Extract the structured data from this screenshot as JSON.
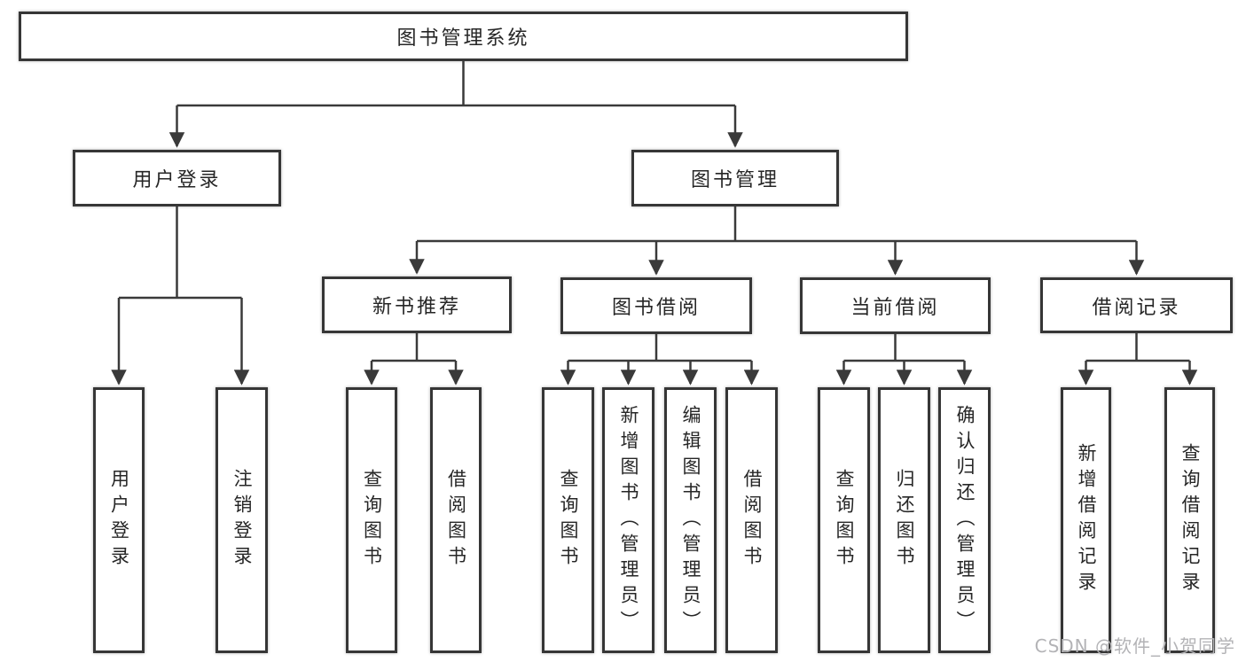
{
  "diagram": {
    "type": "tree",
    "root": {
      "label": "图书管理系统",
      "children": [
        {
          "label": "用户登录",
          "children": [
            {
              "label": "用户登录"
            },
            {
              "label": "注销登录"
            }
          ]
        },
        {
          "label": "图书管理",
          "children": [
            {
              "label": "新书推荐",
              "children": [
                {
                  "label": "查询图书"
                },
                {
                  "label": "借阅图书"
                }
              ]
            },
            {
              "label": "图书借阅",
              "children": [
                {
                  "label": "查询图书"
                },
                {
                  "label": "新增图书（管理员）"
                },
                {
                  "label": "编辑图书（管理员）"
                },
                {
                  "label": "借阅图书"
                }
              ]
            },
            {
              "label": "当前借阅",
              "children": [
                {
                  "label": "查询图书"
                },
                {
                  "label": "归还图书"
                },
                {
                  "label": "确认归还（管理员）"
                }
              ]
            },
            {
              "label": "借阅记录",
              "children": [
                {
                  "label": "新增借阅记录"
                },
                {
                  "label": "查询借阅记录"
                }
              ]
            }
          ]
        }
      ]
    }
  },
  "watermark": {
    "text": "CSDN @软件_小贺同学"
  },
  "colors": {
    "line": "#3a3a3a",
    "box_border": "#363636",
    "text": "#262626",
    "background": "#ffffff",
    "watermark": "#b3b3b6"
  }
}
